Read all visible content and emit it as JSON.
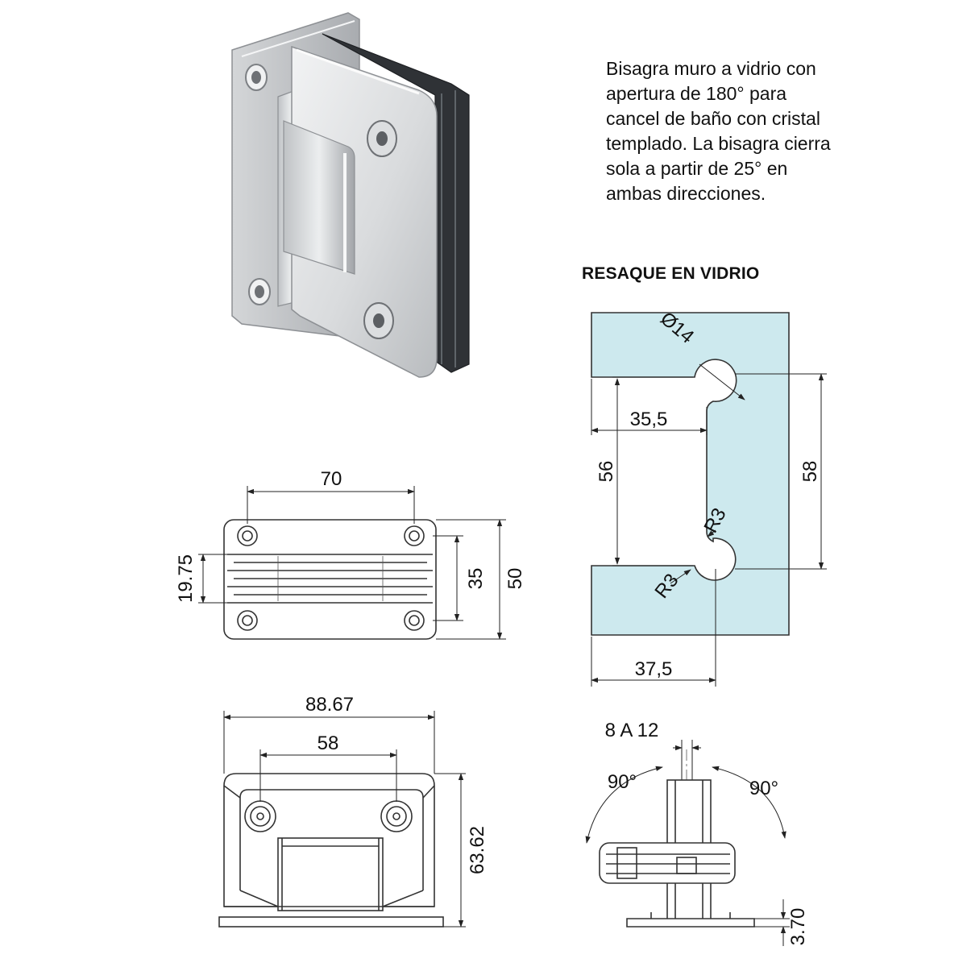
{
  "description": {
    "lines": [
      "Bisagra muro a vidrio con",
      "apertura de 180° para",
      "cancel de baño con cristal",
      "templado. La bisagra cierra",
      "sola a partir de 25° en",
      "ambas direcciones."
    ]
  },
  "cutout_heading": "RESAQUE EN VIDRIO",
  "glass_cutout": {
    "diameter_label": "Ø14",
    "depth_label": "35,5",
    "inner_height_label": "56",
    "outer_height_label": "58",
    "radius_top_label": "R3",
    "radius_bottom_label": "R3",
    "bottom_width_label": "37,5"
  },
  "front_view": {
    "hole_spacing_label": "70",
    "center_label": "19.75",
    "inner_height_label": "35",
    "height_label": "50"
  },
  "glass_side_view": {
    "width_label": "88.67",
    "hole_spacing_label": "58",
    "height_label": "63.62"
  },
  "top_view": {
    "glass_thickness_label": "8 A 12",
    "angle_left_label": "90°",
    "angle_right_label": "90°",
    "plate_thickness_label": "3.70"
  },
  "colors": {
    "glass_fill": "#cde9ee",
    "metal_light": "#e8e9eb",
    "metal_mid": "#c4c6c9",
    "metal_dark": "#8c8f93",
    "line": "#222222"
  }
}
